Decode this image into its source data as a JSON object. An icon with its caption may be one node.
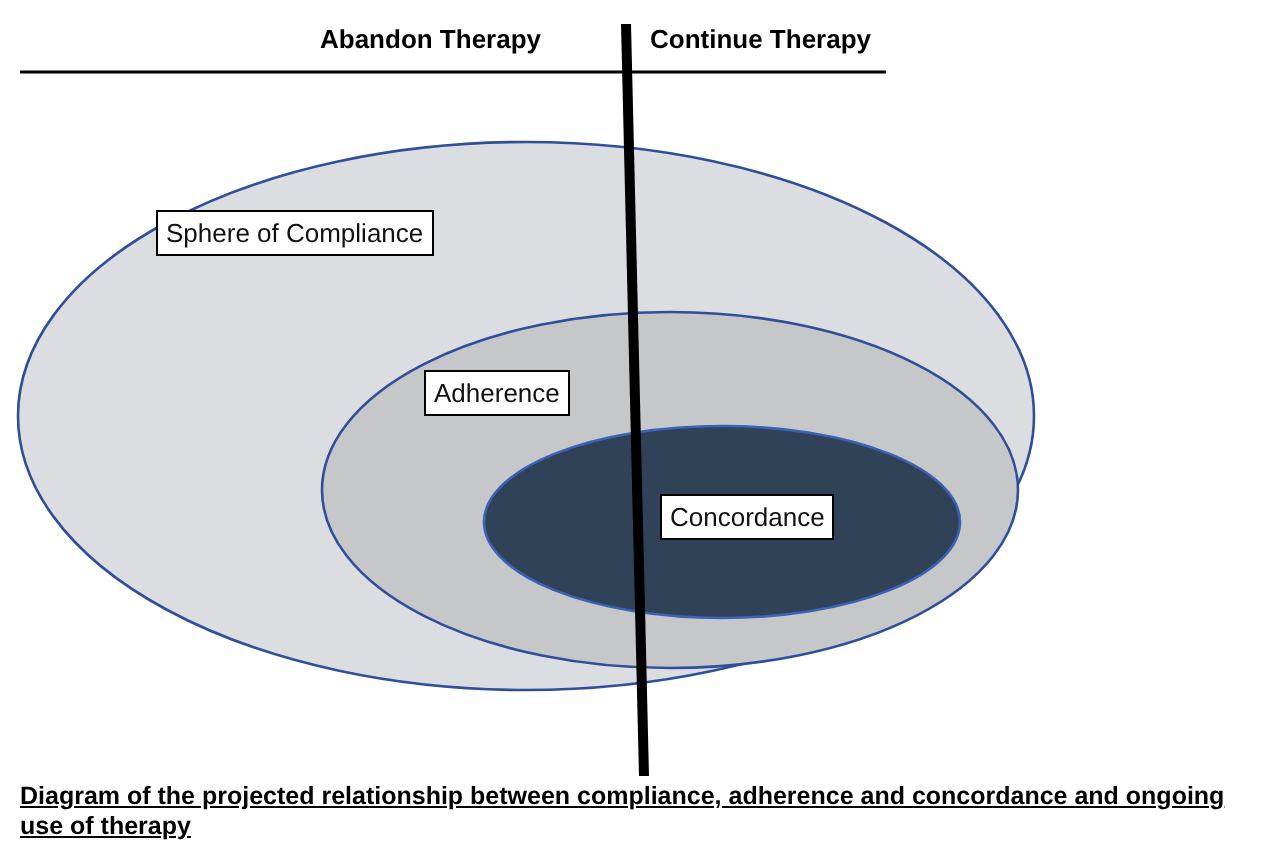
{
  "diagram": {
    "caption": "Diagram of the projected relationship between compliance, adherence and concordance and ongoing use of therapy",
    "nodes": [
      {
        "text": [
          "Sphere of Compliance"
        ]
      },
      {
        "text": [
          "Adherence"
        ],
        "in": 0
      },
      {
        "text": [
          "Concordance"
        ],
        "in": 1
      }
    ],
    "labels": [
      "Abandon Therapy",
      "Continue Therapy"
    ]
  }
}
